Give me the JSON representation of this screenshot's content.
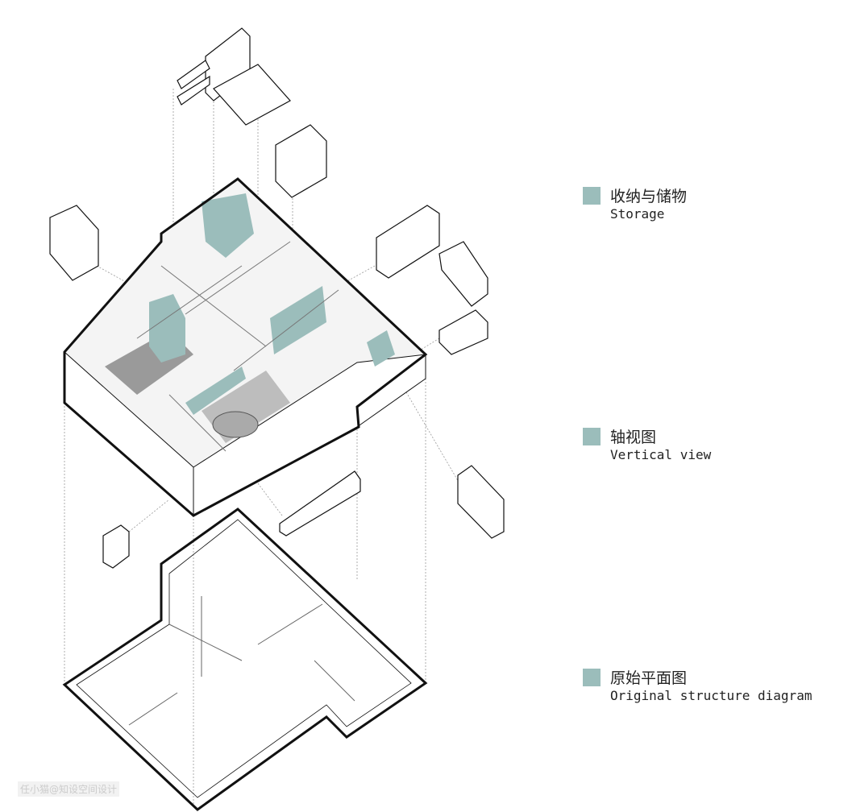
{
  "colors": {
    "storage": "#9bbdbb",
    "line": "#111111",
    "floor": "#9a9a9a",
    "wall": "#e8e8e8"
  },
  "legend": [
    {
      "zh": "收纳与储物",
      "en": "Storage"
    },
    {
      "zh": "轴视图",
      "en": "Vertical view"
    },
    {
      "zh": "原始平面图",
      "en": "Original structure diagram"
    }
  ],
  "watermark": "任小猫@知设空间设计"
}
